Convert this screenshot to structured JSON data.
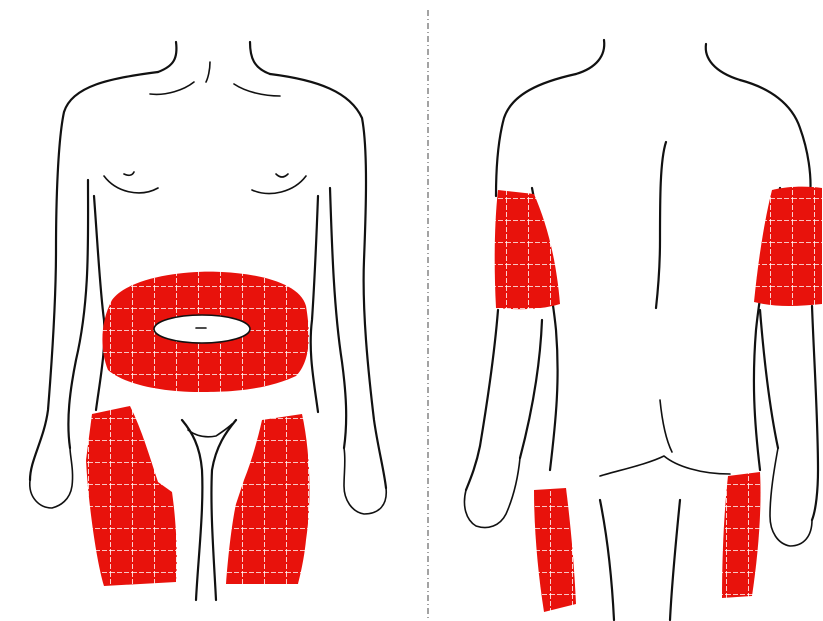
{
  "figure": {
    "views": [
      {
        "id": "front",
        "zones": [
          "abdomen",
          "left-thigh",
          "right-thigh"
        ]
      },
      {
        "id": "back",
        "zones": [
          "left-upper-arm",
          "right-upper-arm",
          "left-thigh-back",
          "right-thigh-back"
        ]
      }
    ],
    "colors": {
      "zone": "#e8120c",
      "grid": "#ffffff",
      "outline": "#111111",
      "background": "#ffffff"
    }
  }
}
